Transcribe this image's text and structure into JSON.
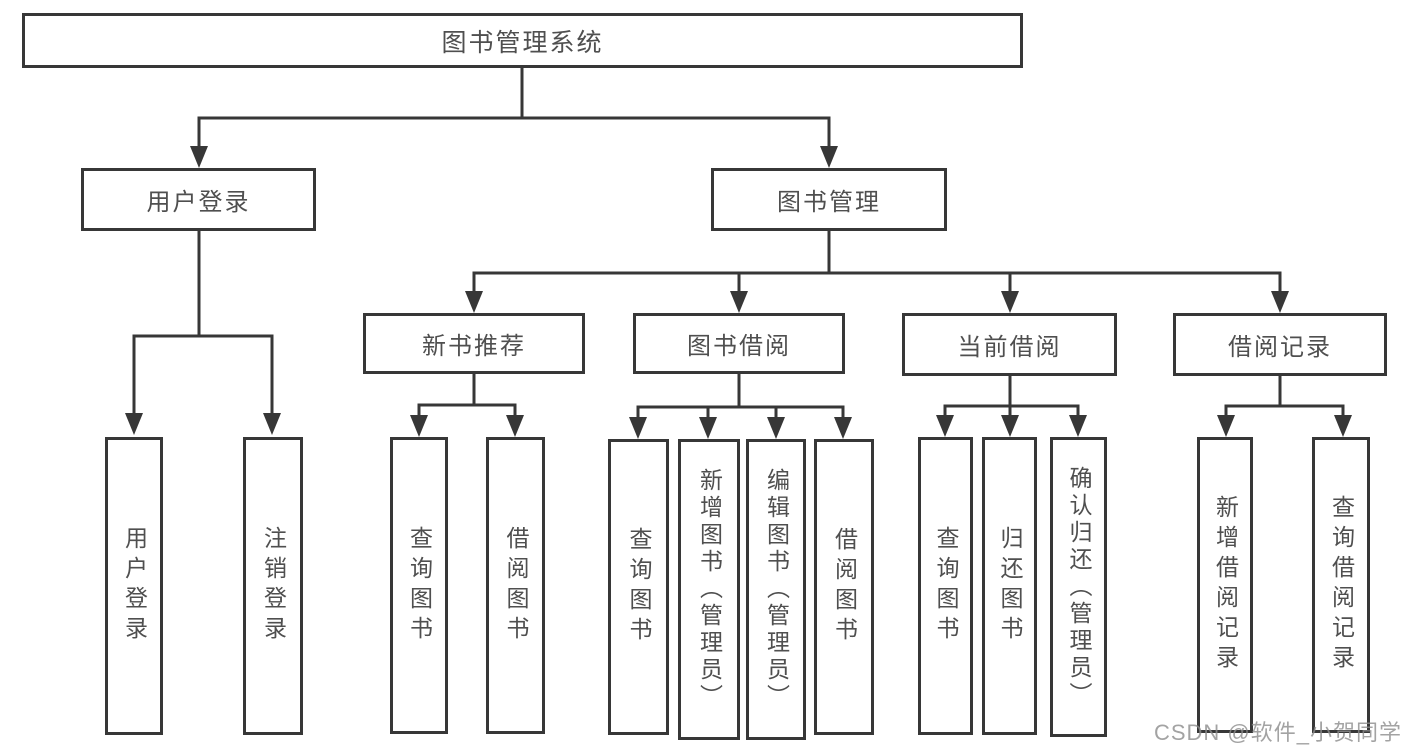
{
  "page": {
    "background_color": "#ffffff",
    "line_color": "#373737",
    "text_color": "#4f4f4f"
  },
  "watermark": {
    "text": "CSDN @软件_小贺同学",
    "color": "#8c8c8c"
  },
  "tree": {
    "root": {
      "label": "图书管理系统"
    },
    "branches": [
      {
        "label": "用户登录",
        "children": [
          {
            "label": "用户登录"
          },
          {
            "label": "注销登录"
          }
        ]
      },
      {
        "label": "图书管理",
        "children": [
          {
            "label": "新书推荐",
            "children": [
              {
                "label": "查询图书"
              },
              {
                "label": "借阅图书"
              }
            ]
          },
          {
            "label": "图书借阅",
            "children": [
              {
                "label": "查询图书"
              },
              {
                "label": "新增图书（管理员）"
              },
              {
                "label": "编辑图书（管理员）"
              },
              {
                "label": "借阅图书"
              }
            ]
          },
          {
            "label": "当前借阅",
            "children": [
              {
                "label": "查询图书"
              },
              {
                "label": "归还图书"
              },
              {
                "label": "确认归还（管理员）"
              }
            ]
          },
          {
            "label": "借阅记录",
            "children": [
              {
                "label": "新增借阅记录"
              },
              {
                "label": "查询借阅记录"
              }
            ]
          }
        ]
      }
    ]
  }
}
